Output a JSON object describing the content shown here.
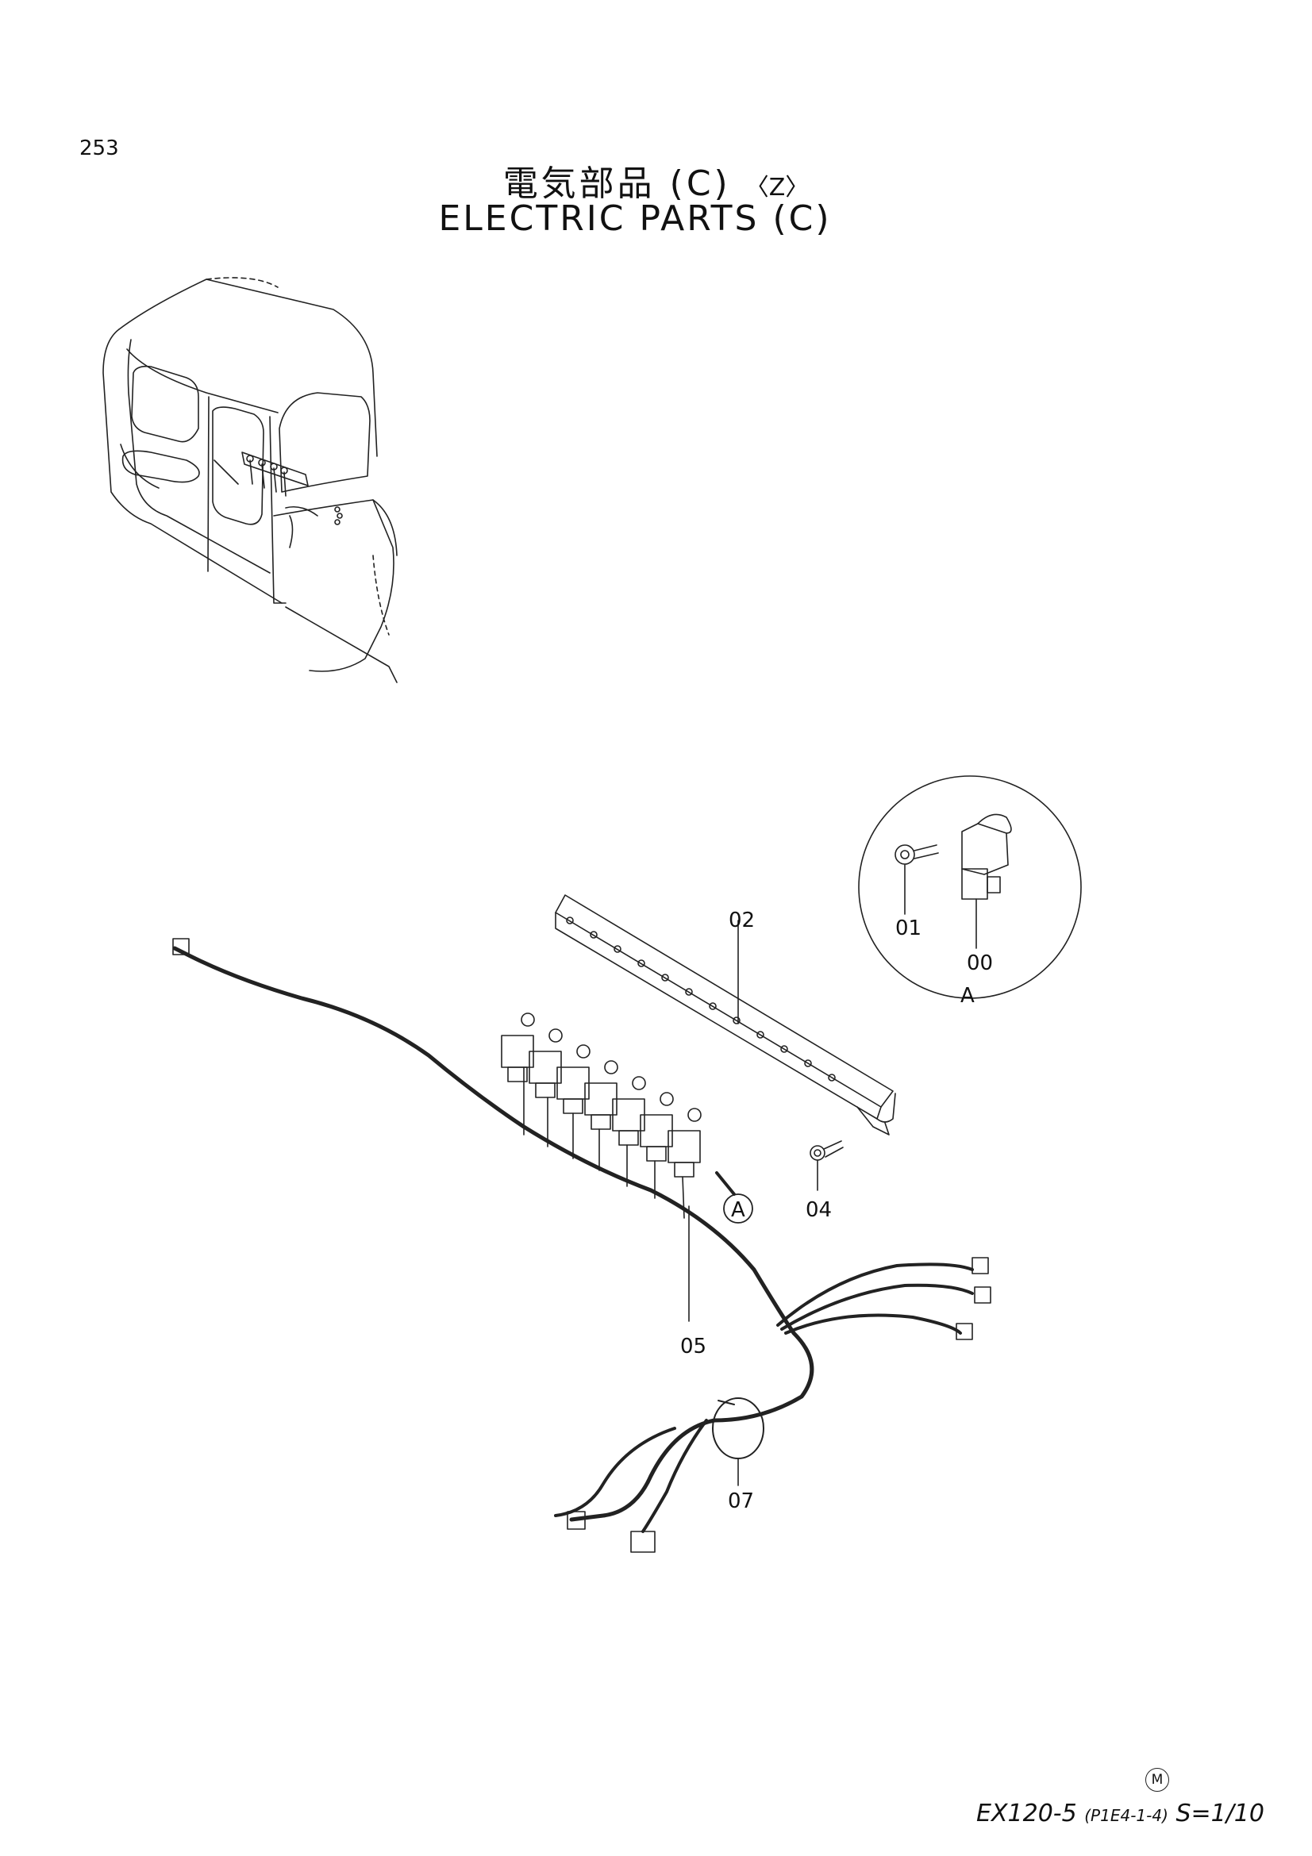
{
  "page_number": "253",
  "title_jp": "電気部品 (C)",
  "title_variant": "〈Z〉",
  "title_en": "ELECTRIC PARTS (C)",
  "callouts": {
    "p00": "00",
    "p01": "01",
    "p02": "02",
    "p04": "04",
    "p05": "05",
    "p07": "07",
    "detail_ref": "A",
    "detail_label": "A"
  },
  "footer": {
    "mark": "M",
    "model": "EX120-5",
    "ref": "(P1E4-1-4)",
    "scale": "S=1/10"
  }
}
